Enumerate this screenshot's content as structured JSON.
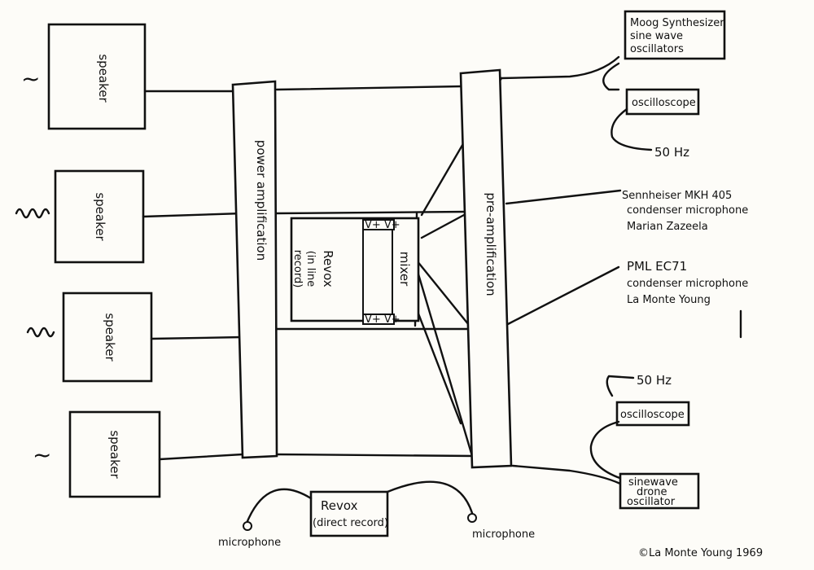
{
  "speakers": [
    "speaker",
    "speaker",
    "speaker",
    "speaker"
  ],
  "speaker_input_symbol": "~",
  "power_amplification": "power amplification",
  "pre_amplification": "pre-amplification",
  "revox_in_line": [
    "Revox",
    "(in line",
    "record)"
  ],
  "vu_meter": "V+ V+",
  "mixer": "mixer",
  "moog": [
    "Moog Synthesizer",
    "sine wave",
    "oscillators"
  ],
  "oscilloscope_top": "oscilloscope",
  "freq_top": "50 Hz",
  "sennheiser": [
    "Sennheiser MKH 405",
    "condenser microphone",
    "Marian Zazeela"
  ],
  "pml": [
    "PML EC71",
    "condenser microphone",
    "La Monte Young"
  ],
  "freq_bottom": "50 Hz",
  "oscilloscope_bottom": "oscilloscope",
  "sinewave_drone": [
    "sinewave",
    "drone",
    "oscillator"
  ],
  "revox_direct": [
    "Revox",
    "(direct record)"
  ],
  "microphone_left": "microphone",
  "microphone_right": "microphone",
  "copyright": "©La Monte Young 1969"
}
